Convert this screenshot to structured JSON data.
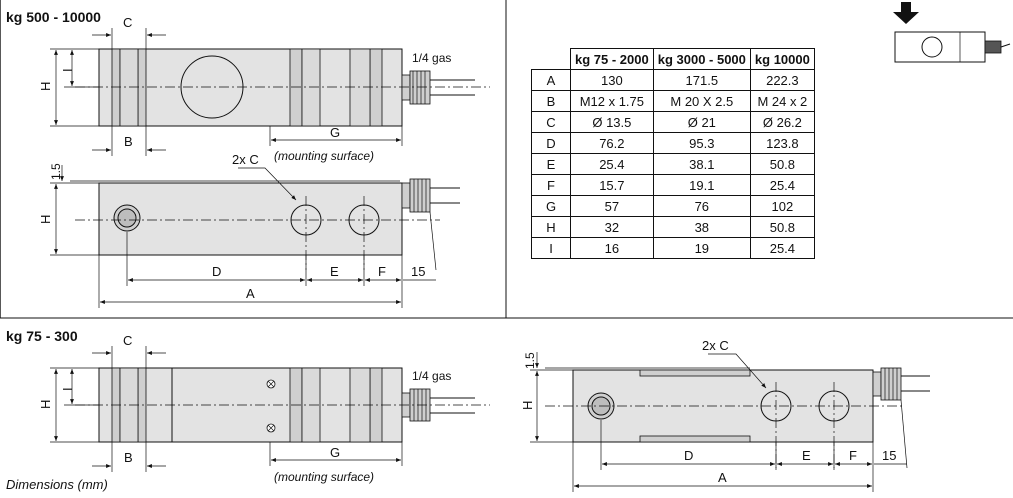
{
  "sections": {
    "top_title": "kg 500 - 10000",
    "bottom_title": "kg 75 - 300",
    "footer_note": "Dimensions (mm)"
  },
  "labels": {
    "C": "C",
    "B": "B",
    "H": "H",
    "I": "I",
    "G": "G",
    "D": "D",
    "E": "E",
    "F": "F",
    "A": "A",
    "gas": "1/4 gas",
    "mounting": "(mounting surface)",
    "holes": "2x C",
    "offset": "1.5",
    "cable_len": "15"
  },
  "table": {
    "headers": [
      "",
      "kg 75 - 2000",
      "kg 3000 - 5000",
      "kg 10000"
    ],
    "rows": [
      [
        "A",
        "130",
        "171.5",
        "222.3"
      ],
      [
        "B",
        "M12 x 1.75",
        "M 20 X 2.5",
        "M 24 x 2"
      ],
      [
        "C",
        "Ø 13.5",
        "Ø 21",
        "Ø 26.2"
      ],
      [
        "D",
        "76.2",
        "95.3",
        "123.8"
      ],
      [
        "E",
        "25.4",
        "38.1",
        "50.8"
      ],
      [
        "F",
        "15.7",
        "19.1",
        "25.4"
      ],
      [
        "G",
        "57",
        "76",
        "102"
      ],
      [
        "H",
        "32",
        "38",
        "50.8"
      ],
      [
        "I",
        "16",
        "19",
        "25.4"
      ]
    ]
  }
}
